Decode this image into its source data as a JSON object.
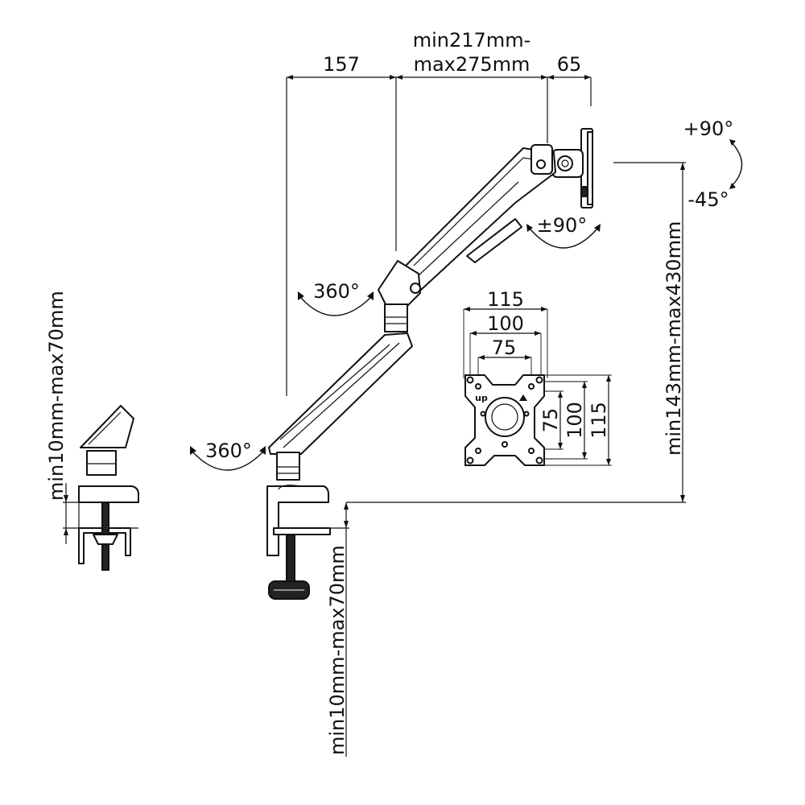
{
  "dimensions": {
    "top_left_span": "157",
    "arm_length_line1": "min217mm-",
    "arm_length_line2": "max275mm",
    "head_depth": "65",
    "height_range": "min143mm-max430mm",
    "desk_thickness_side": "min10mm-max70mm",
    "desk_thickness_front": "min10mm-max70mm"
  },
  "rotation": {
    "tilt_up": "+90°",
    "tilt_down": "-45°",
    "swivel": "±90°",
    "arm_joint": "360°",
    "base_joint": "360°"
  },
  "vesa": {
    "width_115": "115",
    "width_100": "100",
    "width_75": "75",
    "height_75": "75",
    "height_100": "100",
    "height_115": "115",
    "up_label": "up"
  },
  "colors": {
    "line": "#111111",
    "background": "#ffffff"
  }
}
